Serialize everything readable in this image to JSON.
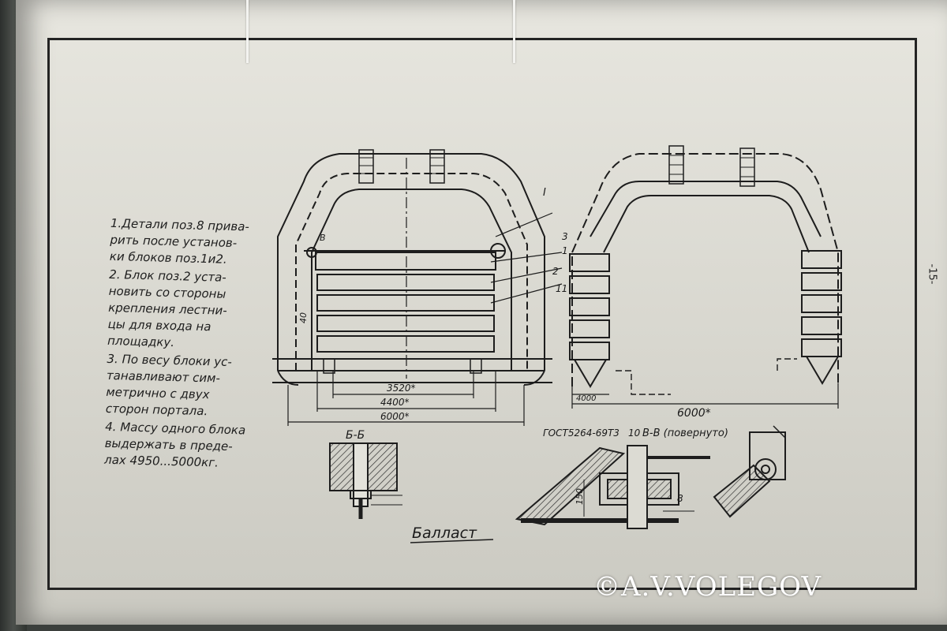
{
  "notes": [
    "1.Детали поз.8 прива-\nрить после установ-\nки блоков поз.1и2.",
    "2. Блок поз.2 уста-\nновить со стороны\nкрепления лестни-\nцы для входа на\nплощадку.",
    "3. По весу блоки ус-\nтанавливают сим-\nметрично с двух\nсторон портала.",
    "4. Массу одного блока\nвыдержать в преде-\nлах 4950...5000кг."
  ],
  "dimensions": {
    "d1": "3520*",
    "d2": "4400*",
    "d3": "6000*",
    "d4": "6000*",
    "d5": "4000",
    "d6": "40",
    "d7": "150"
  },
  "callouts": {
    "c_I": "I",
    "c_3": "3",
    "c_1": "1",
    "c_2": "2",
    "c_11": "11",
    "c_8": "8",
    "c_B": "В"
  },
  "section_bb": "Б-Б",
  "section_vv": "В-В (повернуто)",
  "gost": "ГОСТ5264-69Т3",
  "gost_size": "10",
  "title": "Балласт",
  "page_number": "-15-",
  "watermark": "©A.V.VOLEGOV"
}
